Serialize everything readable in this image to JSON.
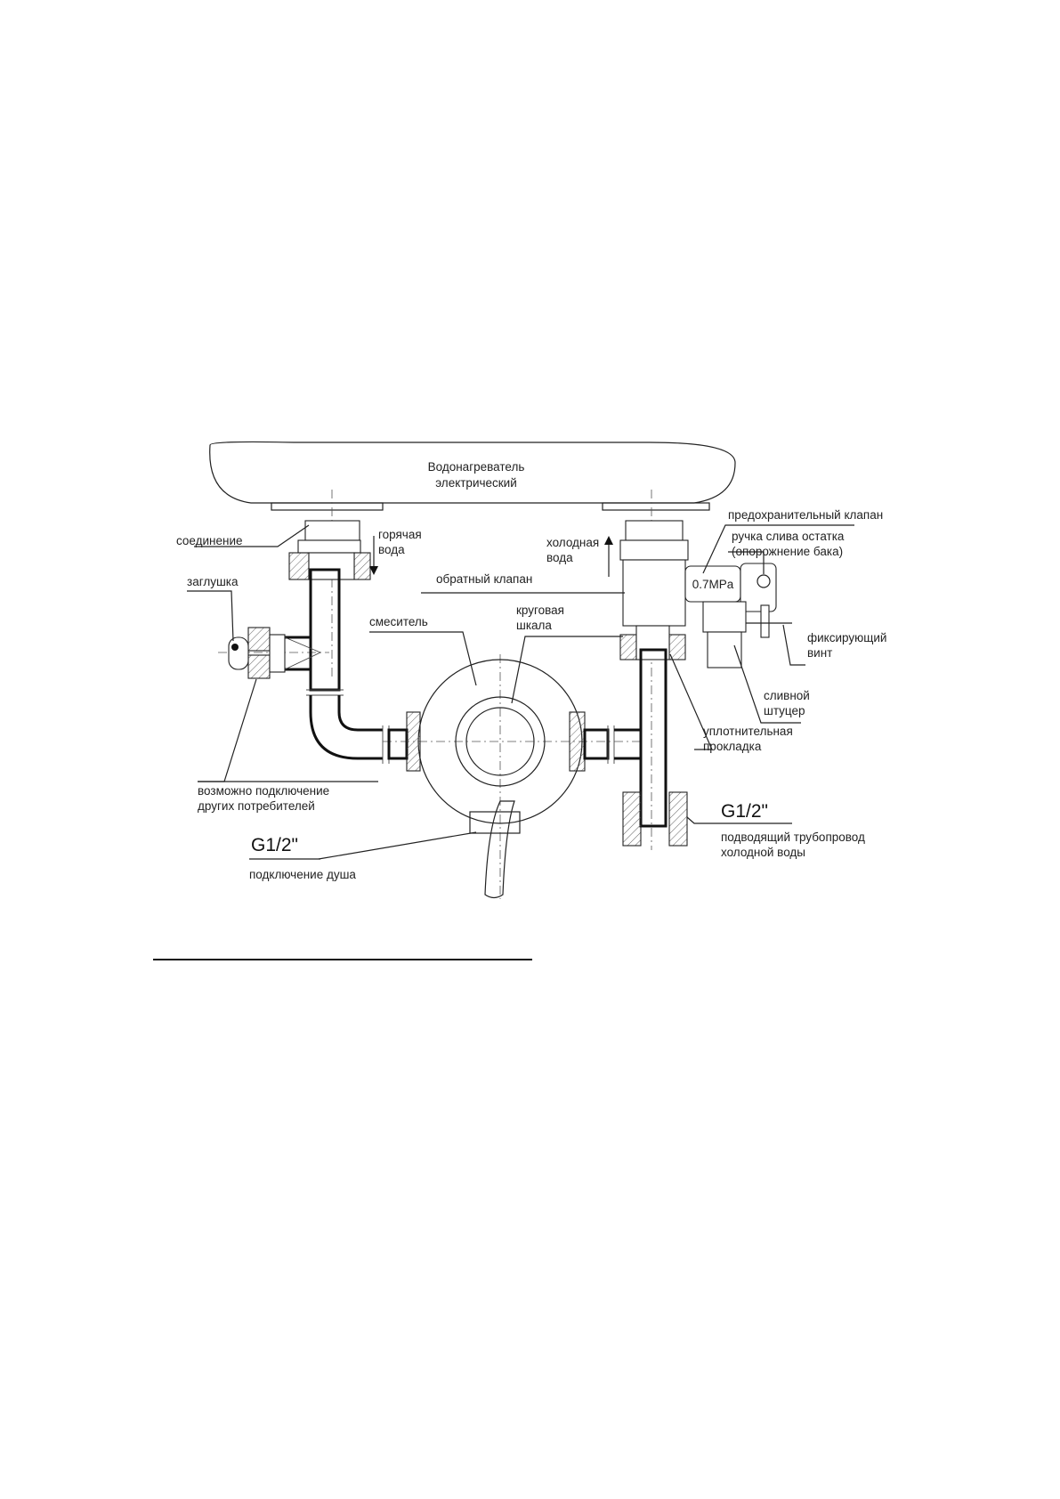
{
  "heater": {
    "title_line1": "Водонагреватель",
    "title_line2": "электрический"
  },
  "labels": {
    "connection": "соединение",
    "hot_water_1": "горячая",
    "hot_water_2": "вода",
    "cold_water_1": "холодная",
    "cold_water_2": "вода",
    "safety_valve": "предохранительный клапан",
    "drain_handle_1": "ручка слива остатка",
    "drain_handle_2": "(опорожнение бака)",
    "check_valve": "обратный клапан",
    "plug": "заглушка",
    "mixer": "смеситель",
    "dial_1": "круговая",
    "dial_2": "шкала",
    "fixing_screw_1": "фиксирующий",
    "fixing_screw_2": "винт",
    "drain_fitting_1": "сливной",
    "drain_fitting_2": "штуцер",
    "gasket_1": "уплотнительная",
    "gasket_2": "прокладка",
    "other_consumers_1": "возможно подключение",
    "other_consumers_2": "других потребителей",
    "thread_left": "G1/2\"",
    "shower_connection": "подключение душа",
    "thread_right": "G1/2\"",
    "supply_pipe_1": "подводящий трубопровод",
    "supply_pipe_2": "холодной воды",
    "pressure": "0.7MPa"
  }
}
